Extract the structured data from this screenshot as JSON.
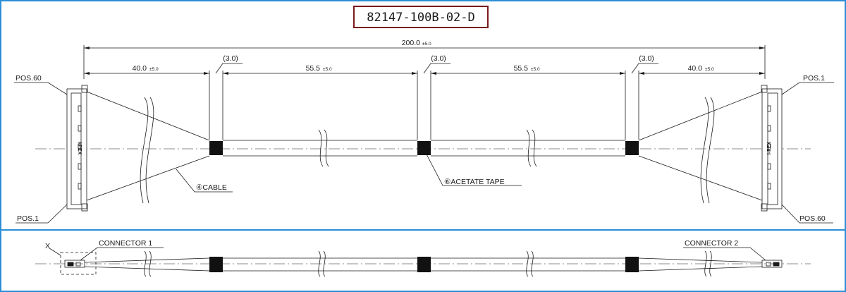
{
  "title": {
    "part_number": "82147-100B-02-D"
  },
  "colors": {
    "frame": "#2b8fd6",
    "title_border": "#7a1a1a",
    "ink": "#1a1a1a",
    "tape": "#111111"
  },
  "dimensions": {
    "overall": "200.0",
    "overall_tol": "±5.0",
    "segments": [
      {
        "value": "40.0",
        "tol": "±5.0"
      },
      {
        "value": "55.5",
        "tol": "±5.0"
      },
      {
        "value": "55.5",
        "tol": "±5.0"
      },
      {
        "value": "40.0",
        "tol": "±5.0"
      }
    ],
    "tape_width": "3.0"
  },
  "labels": {
    "pos60_left": "POS.60",
    "pos1_left": "POS.1",
    "pos1_right": "POS.1",
    "pos60_right": "POS.60",
    "cable": "④CABLE",
    "acetate_tape": "⑥ACETATE TAPE",
    "connector1": "CONNECTOR 1",
    "connector2": "CONNECTOR 2",
    "detail_x": "X"
  },
  "connector_marking": "I-PEX"
}
